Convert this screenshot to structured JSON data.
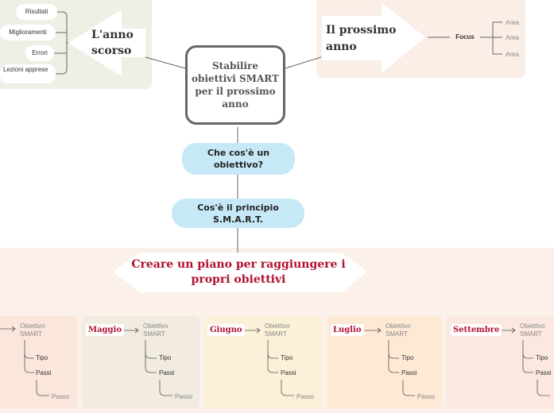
{
  "central": {
    "title": "Stabilire obiettivi SMART per il prossimo anno"
  },
  "left_branch": {
    "title": "L'anno scorso",
    "items": [
      "Risultati",
      "Miglioramenti",
      "Errori",
      "Lezioni apprese"
    ]
  },
  "right_branch": {
    "title": "Il prossimo anno",
    "focus": "Focus",
    "areas": [
      "Area",
      "Area",
      "Area"
    ]
  },
  "questions": [
    "Che cos'è un obiettivo?",
    "Cos'è il principio S.M.A.R.T."
  ],
  "plan": {
    "title": "Creare un piano per raggiungere i propri obiettivi"
  },
  "months": [
    {
      "label": "",
      "goal": "Obiettivo SMART",
      "type": "Tipo",
      "steps": "Passi",
      "step": "Passo"
    },
    {
      "label": "Maggio",
      "goal": "Obiettivo SMART",
      "type": "Tipo",
      "steps": "Passi",
      "step": "Passo"
    },
    {
      "label": "Giugno",
      "goal": "Obiettivo SMART",
      "type": "Tipo",
      "steps": "Passi",
      "step": "Passo"
    },
    {
      "label": "Luglio",
      "goal": "Obiettivo SMART",
      "type": "Tipo",
      "steps": "Passi",
      "step": "Passo"
    },
    {
      "label": "Settembre",
      "goal": "Obiettivo SMART",
      "type": "Tipo",
      "steps": "Passi",
      "step": ""
    }
  ],
  "colors": {
    "left_panel": "#eef0e6",
    "right_panel": "#faeee6",
    "bottom_panel": "#fbf0ea",
    "blue_pill": "#c7e8f7",
    "month_label": "#b01030",
    "month_cards": [
      "#fbe6dc",
      "#f1ebe0",
      "#fbf0d8",
      "#fde9d4",
      "#fbe8e0"
    ]
  }
}
